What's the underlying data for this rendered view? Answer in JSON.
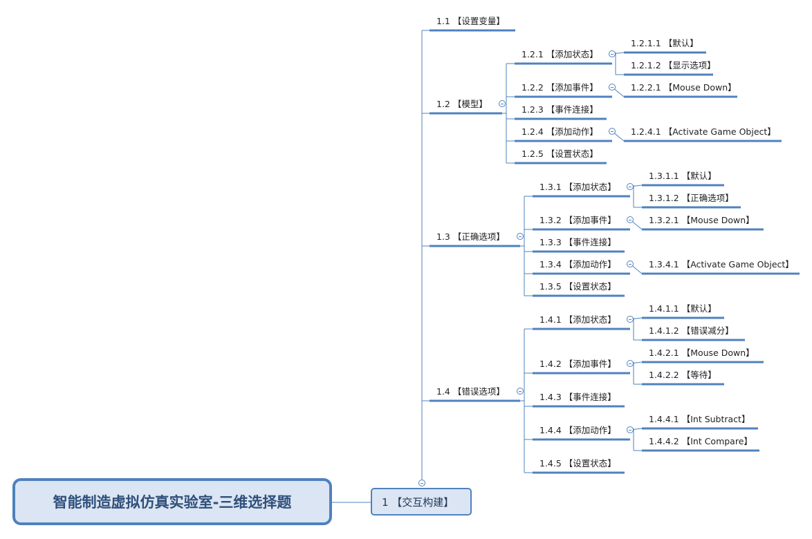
{
  "root": {
    "title": "智能制造虚拟仿真实验室-三维选择题"
  },
  "main": {
    "label": "1 【交互构建】"
  },
  "nodes": {
    "n1_1": "1.1 【设置变量】",
    "n1_2": "1.2 【模型】",
    "n1_2_1": "1.2.1 【添加状态】",
    "n1_2_1_1": "1.2.1.1 【默认】",
    "n1_2_1_2": "1.2.1.2 【显示选项】",
    "n1_2_2": "1.2.2 【添加事件】",
    "n1_2_2_1": "1.2.2.1 【Mouse Down】",
    "n1_2_3": "1.2.3 【事件连接】",
    "n1_2_4": "1.2.4 【添加动作】",
    "n1_2_4_1": "1.2.4.1 【Activate Game Object】",
    "n1_2_5": "1.2.5 【设置状态】",
    "n1_3": "1.3 【正确选项】",
    "n1_3_1": "1.3.1 【添加状态】",
    "n1_3_1_1": "1.3.1.1 【默认】",
    "n1_3_1_2": "1.3.1.2 【正确选项】",
    "n1_3_2": "1.3.2 【添加事件】",
    "n1_3_2_1": "1.3.2.1 【Mouse Down】",
    "n1_3_3": "1.3.3 【事件连接】",
    "n1_3_4": "1.3.4 【添加动作】",
    "n1_3_4_1": "1.3.4.1 【Activate Game Object】",
    "n1_3_5": "1.3.5 【设置状态】",
    "n1_4": "1.4 【错误选项】",
    "n1_4_1": "1.4.1 【添加状态】",
    "n1_4_1_1": "1.4.1.1 【默认】",
    "n1_4_1_2": "1.4.1.2 【错误减分】",
    "n1_4_2": "1.4.2 【添加事件】",
    "n1_4_2_1": "1.4.2.1 【Mouse Down】",
    "n1_4_2_2": "1.4.2.2 【等待】",
    "n1_4_3": "1.4.3 【事件连接】",
    "n1_4_4": "1.4.4 【添加动作】",
    "n1_4_4_1": "1.4.4.1 【Int Subtract】",
    "n1_4_4_2": "1.4.4.2 【Int Compare】",
    "n1_4_5": "1.4.5 【设置状态】"
  },
  "colors": {
    "line": "#4f81bd",
    "underline": "#4f81bd",
    "root_fill": "#dbe5f3",
    "root_text": "#2f4f7a"
  },
  "icons": {
    "collapse": "collapse-toggle-icon"
  }
}
